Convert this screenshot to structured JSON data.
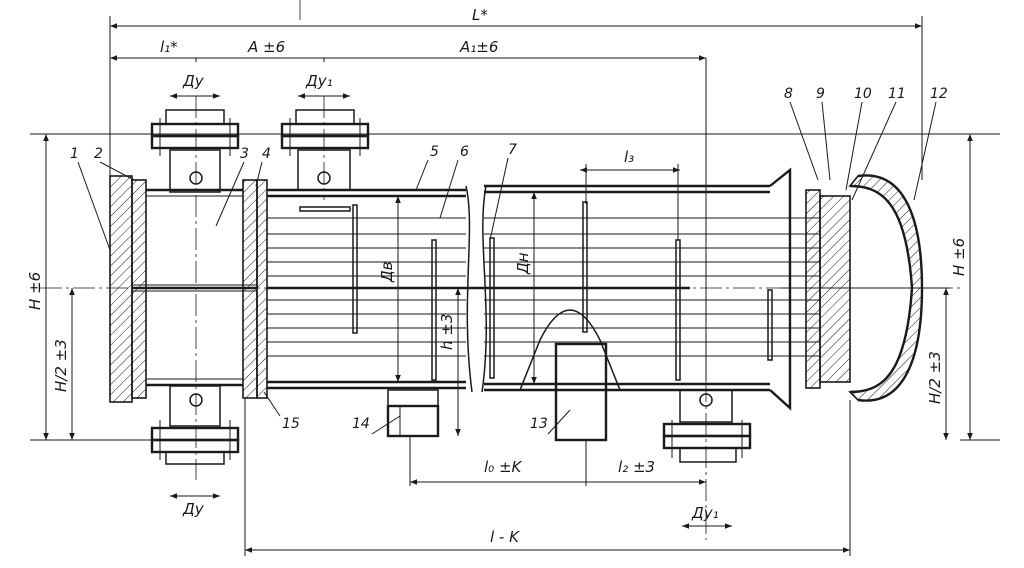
{
  "dimensions": {
    "L": "L*",
    "l1": "l₁*",
    "A": "A ±6",
    "A1": "A₁±6",
    "du_top_left": "Ду",
    "du1_top": "Ду₁",
    "l3": "l₃",
    "H": "H ±6",
    "H_half_left": "H/2 ±3",
    "H_right": "H ±6",
    "H_half_right": "H/2 ±3",
    "dv": "Дв",
    "dn": "Дн",
    "h": "h ±3",
    "l0": "l₀ ±K",
    "l2": "l₂ ±3",
    "du_bottom": "Ду",
    "du1_bottom": "Ду₁",
    "l_total": "l - K"
  },
  "callouts": [
    "1",
    "2",
    "3",
    "4",
    "5",
    "6",
    "7",
    "8",
    "9",
    "10",
    "11",
    "12",
    "13",
    "14",
    "15"
  ]
}
